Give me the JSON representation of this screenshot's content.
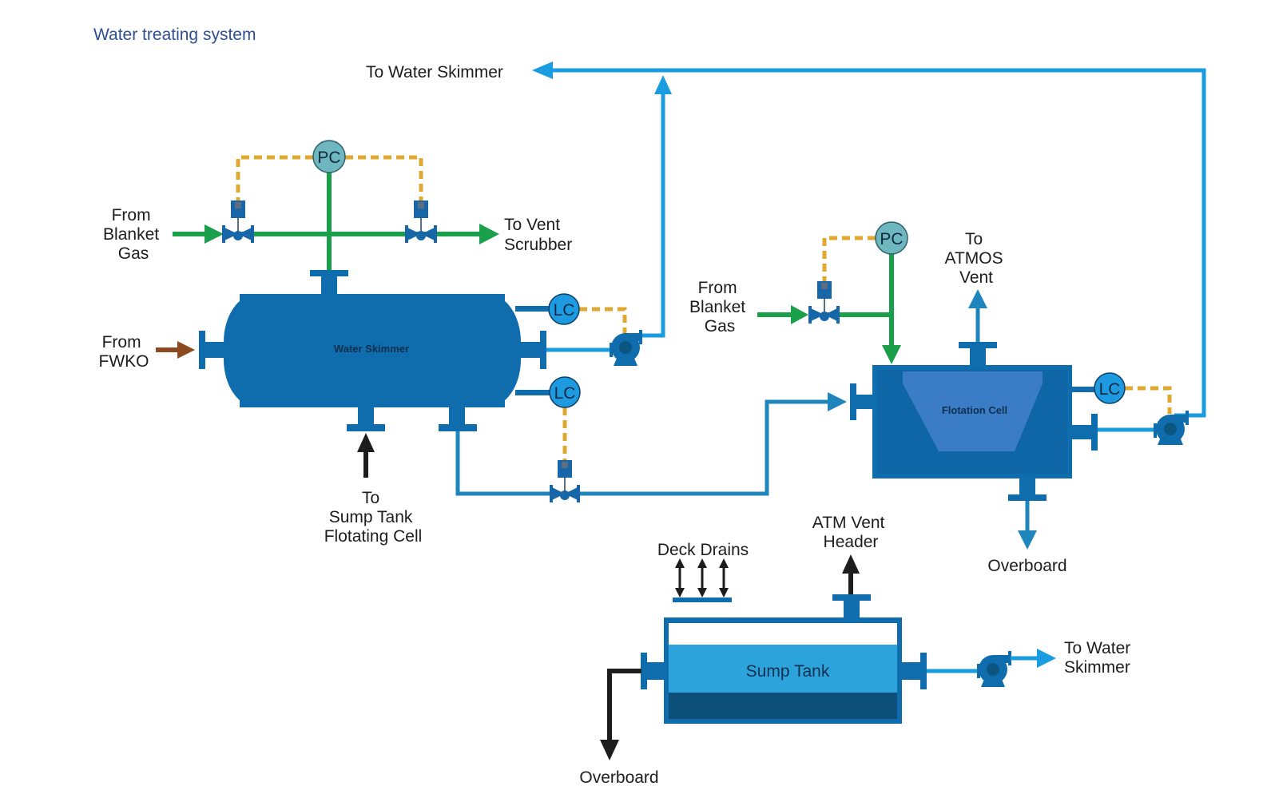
{
  "title": "Water treating system",
  "colors": {
    "title": "#2e4f93",
    "vessel": "#0f6cad",
    "vessel_dark": "#0b5c96",
    "water_line": "#1a9ce0",
    "process_line": "#1f86bd",
    "gas_line": "#1aa04a",
    "signal_line": "#e0a830",
    "feed_line": "#8b4a1f",
    "black_line": "#1d1d1d",
    "pc_fill": "#6fb7be",
    "lc_fill": "#1e9be0",
    "flotation_inner": "#3a7cc5",
    "sump_liquid": "#2da3dc",
    "sump_sludge": "#0c4f78"
  },
  "labels": {
    "to_water_skimmer_top": "To Water Skimmer",
    "from_blanket_gas_1": [
      "From",
      "Blanket",
      "Gas"
    ],
    "to_vent_scrubber": [
      "To Vent",
      "Scrubber"
    ],
    "from_fwko": [
      "From",
      "FWKO"
    ],
    "to_sump_tank": [
      "To",
      "Sump Tank",
      "Flotating Cell"
    ],
    "from_blanket_gas_2": [
      "From",
      "Blanket",
      "Gas"
    ],
    "to_atmos_vent": [
      "To",
      "ATMOS",
      "Vent"
    ],
    "overboard_flotation": "Overboard",
    "deck_drains": "Deck Drains",
    "atm_vent_header": [
      "ATM Vent",
      "Header"
    ],
    "to_water_skimmer_sump": [
      "To Water",
      "Skimmer"
    ],
    "overboard_sump": "Overboard"
  },
  "equipment": {
    "water_skimmer": "Water Skimmer",
    "flotation_cell": "Flotation Cell",
    "sump_tank": "Sump Tank"
  },
  "instruments": {
    "pc_1": "PC",
    "pc_2": "PC",
    "lc_1": "LC",
    "lc_2": "LC",
    "lc_3": "LC"
  }
}
